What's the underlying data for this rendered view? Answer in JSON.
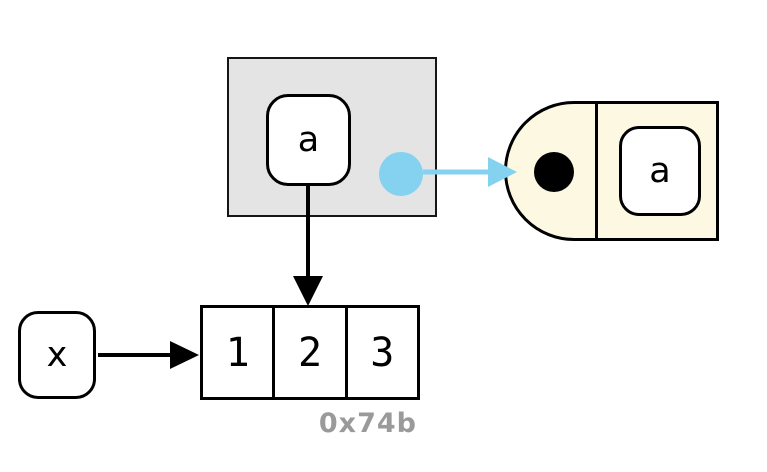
{
  "frame": {
    "variable_label": "a"
  },
  "capsule": {
    "variable_label": "a"
  },
  "list": {
    "cells": [
      "1",
      "2",
      "3"
    ],
    "address": "0x74b"
  },
  "variable": {
    "label": "x"
  },
  "colors": {
    "frame_fill": "#e4e4e4",
    "capsule_fill": "#fdf8e1",
    "pointer_blue": "#84d1f0",
    "address_gray": "#9a9a9a",
    "outline_black": "#000000"
  }
}
